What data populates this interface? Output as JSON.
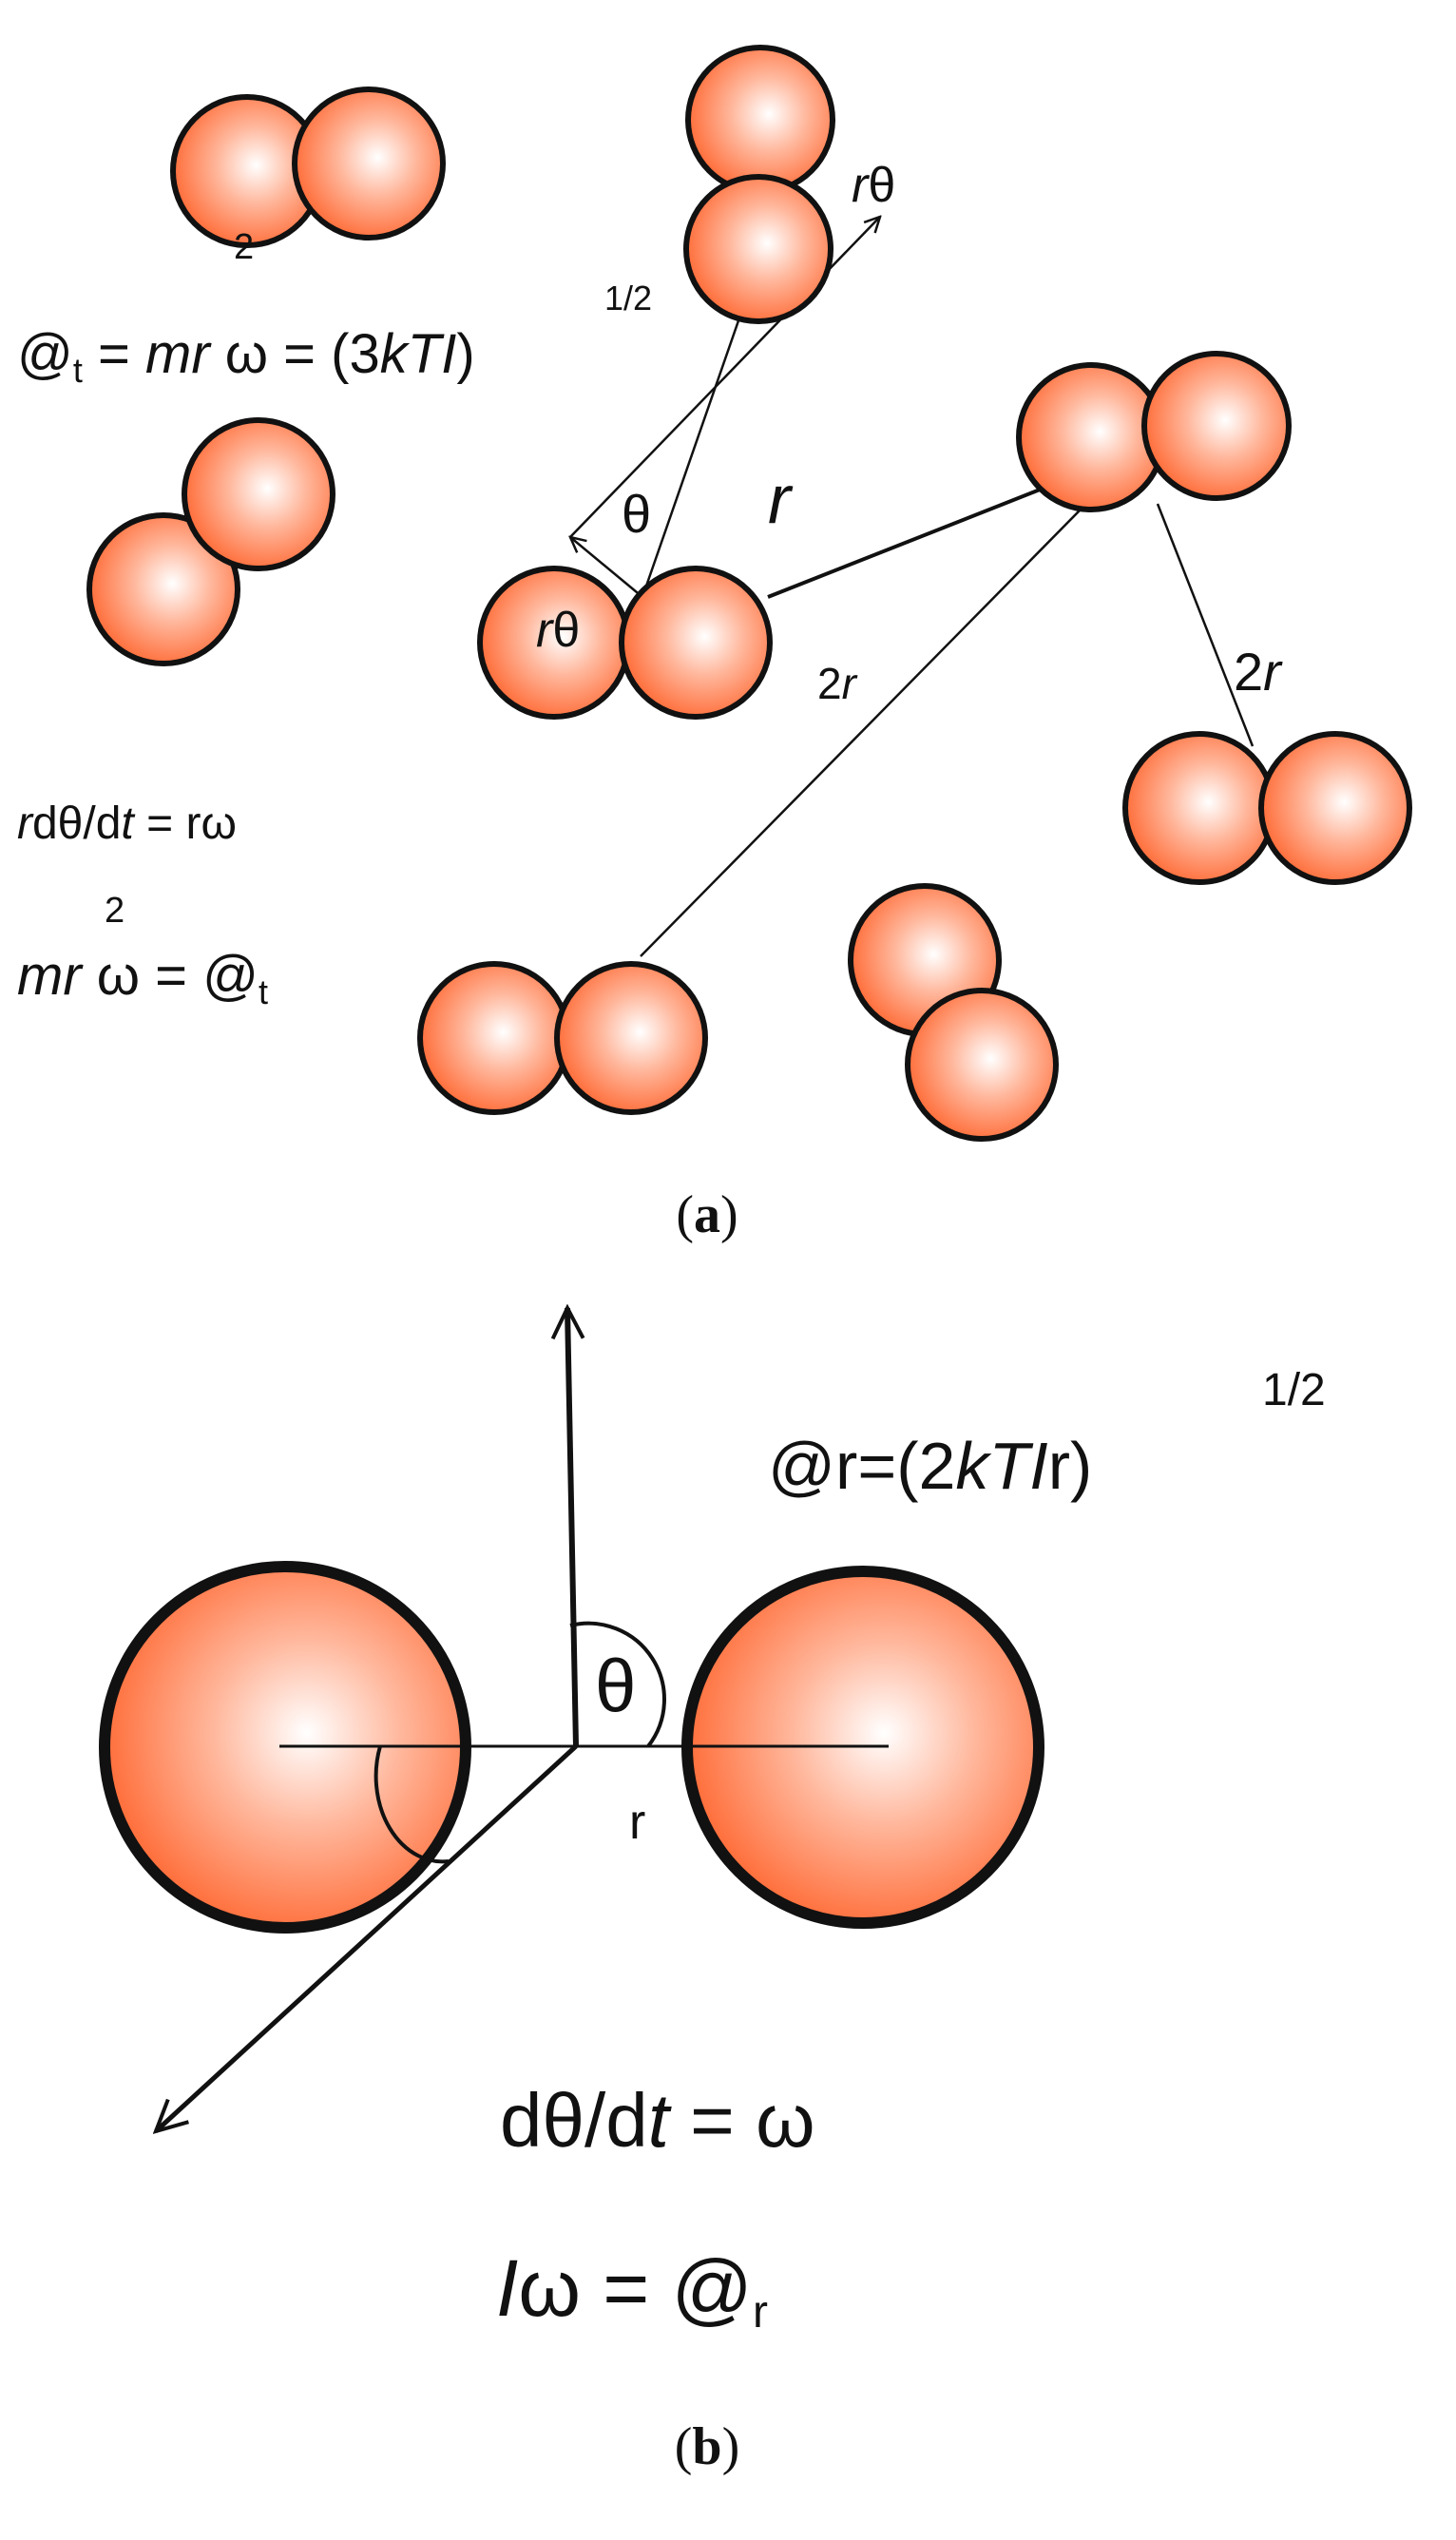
{
  "colors": {
    "sphere_center": "#ffffff",
    "sphere_mid": "#ffb79c",
    "sphere_edge": "#ff6a35",
    "outline": "#111111"
  },
  "panel_a": {
    "caption_open": "(",
    "caption_letter": "a",
    "caption_close": ")",
    "eq_trans": {
      "at": "@",
      "sub_t": "t",
      "eq1": " = ",
      "m": "m",
      "r": "r",
      "sup2": "2",
      "omega": " ω = (3",
      "kT": "kT",
      "I": "I",
      "close": ")",
      "sup_half": "1/2"
    },
    "eq_rdtheta": {
      "r": "r",
      "dtheta": "dθ/d",
      "t": "t",
      "rest": " = rω"
    },
    "eq_mr2": {
      "m": "m",
      "r": "r",
      "sup2": "2",
      "rest": " ω = @",
      "sub_t": "t"
    },
    "labels": {
      "rtheta_top_r": "r",
      "rtheta_top_theta": "θ",
      "theta_mid": "θ",
      "r_mid": "r",
      "rtheta_left_r": "r",
      "rtheta_left_theta": "θ",
      "two_r_center_num": "2",
      "two_r_center_r": "r",
      "two_r_right_num": "2",
      "two_r_right_r": "r"
    }
  },
  "panel_b": {
    "caption_open": "(",
    "caption_letter": "b",
    "caption_close": ")",
    "eq_rot": {
      "pre": "@r=(2",
      "kT": "kT",
      "I": "I",
      "post": "r)",
      "sup_half": "1/2"
    },
    "theta_label": "θ",
    "r_label": "r",
    "eq_dtheta": {
      "pre": "dθ/d",
      "t": "t",
      "post": " = ω"
    },
    "eq_Iomega": {
      "I": "I",
      "post": "ω = @",
      "sub_r": "r"
    }
  }
}
